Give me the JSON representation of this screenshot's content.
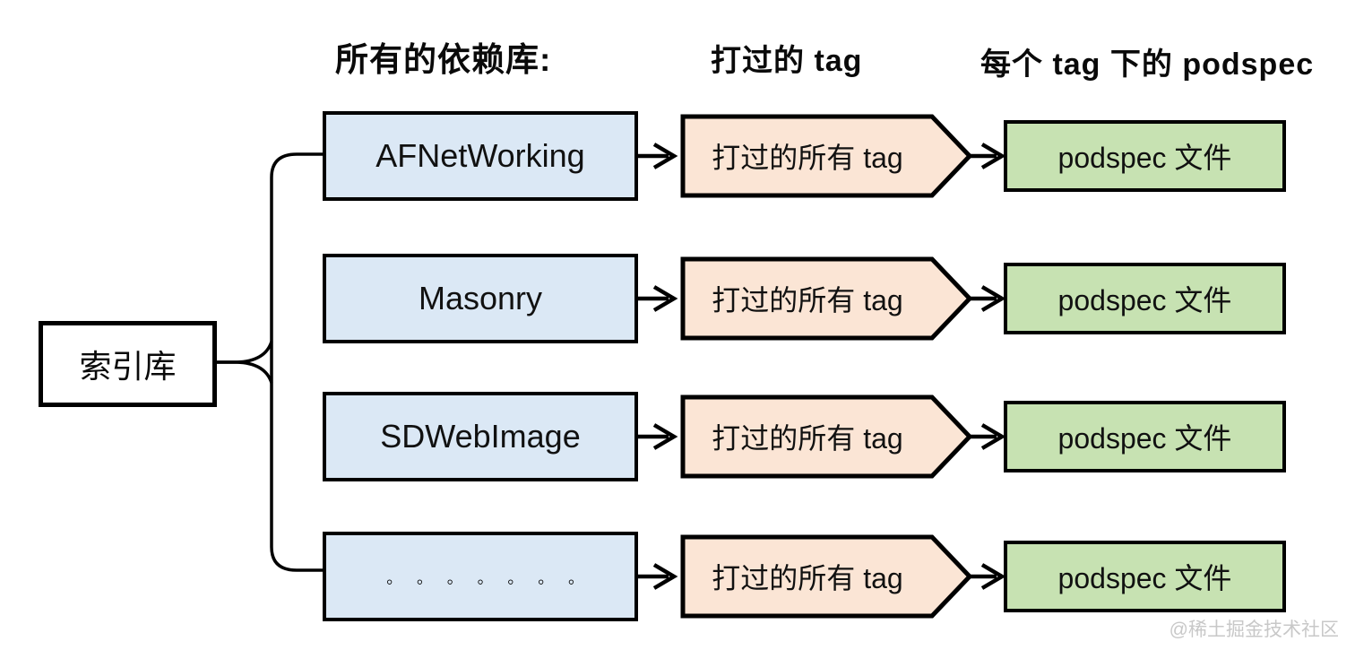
{
  "headers": {
    "dependencies": "所有的依赖库:",
    "tags": "打过的 tag",
    "podspec": "每个 tag 下的 podspec"
  },
  "index_box": {
    "label": "索引库"
  },
  "rows": [
    {
      "library": "AFNetWorking",
      "tag_label": "打过的所有 tag",
      "podspec_label": "podspec 文件"
    },
    {
      "library": "Masonry",
      "tag_label": "打过的所有 tag",
      "podspec_label": "podspec 文件"
    },
    {
      "library": "SDWebImage",
      "tag_label": "打过的所有 tag",
      "podspec_label": "podspec 文件"
    },
    {
      "library": "◦◦◦◦◦◦◦",
      "tag_label": "打过的所有 tag",
      "podspec_label": "podspec 文件"
    }
  ],
  "watermark": "@稀土掘金技术社区",
  "colors": {
    "line": "#000000",
    "library_fill": "#dbe8f5",
    "tag_fill": "#fbe5d5",
    "podspec_fill": "#c7e2b2",
    "watermark_color": "#c8c8c8"
  }
}
